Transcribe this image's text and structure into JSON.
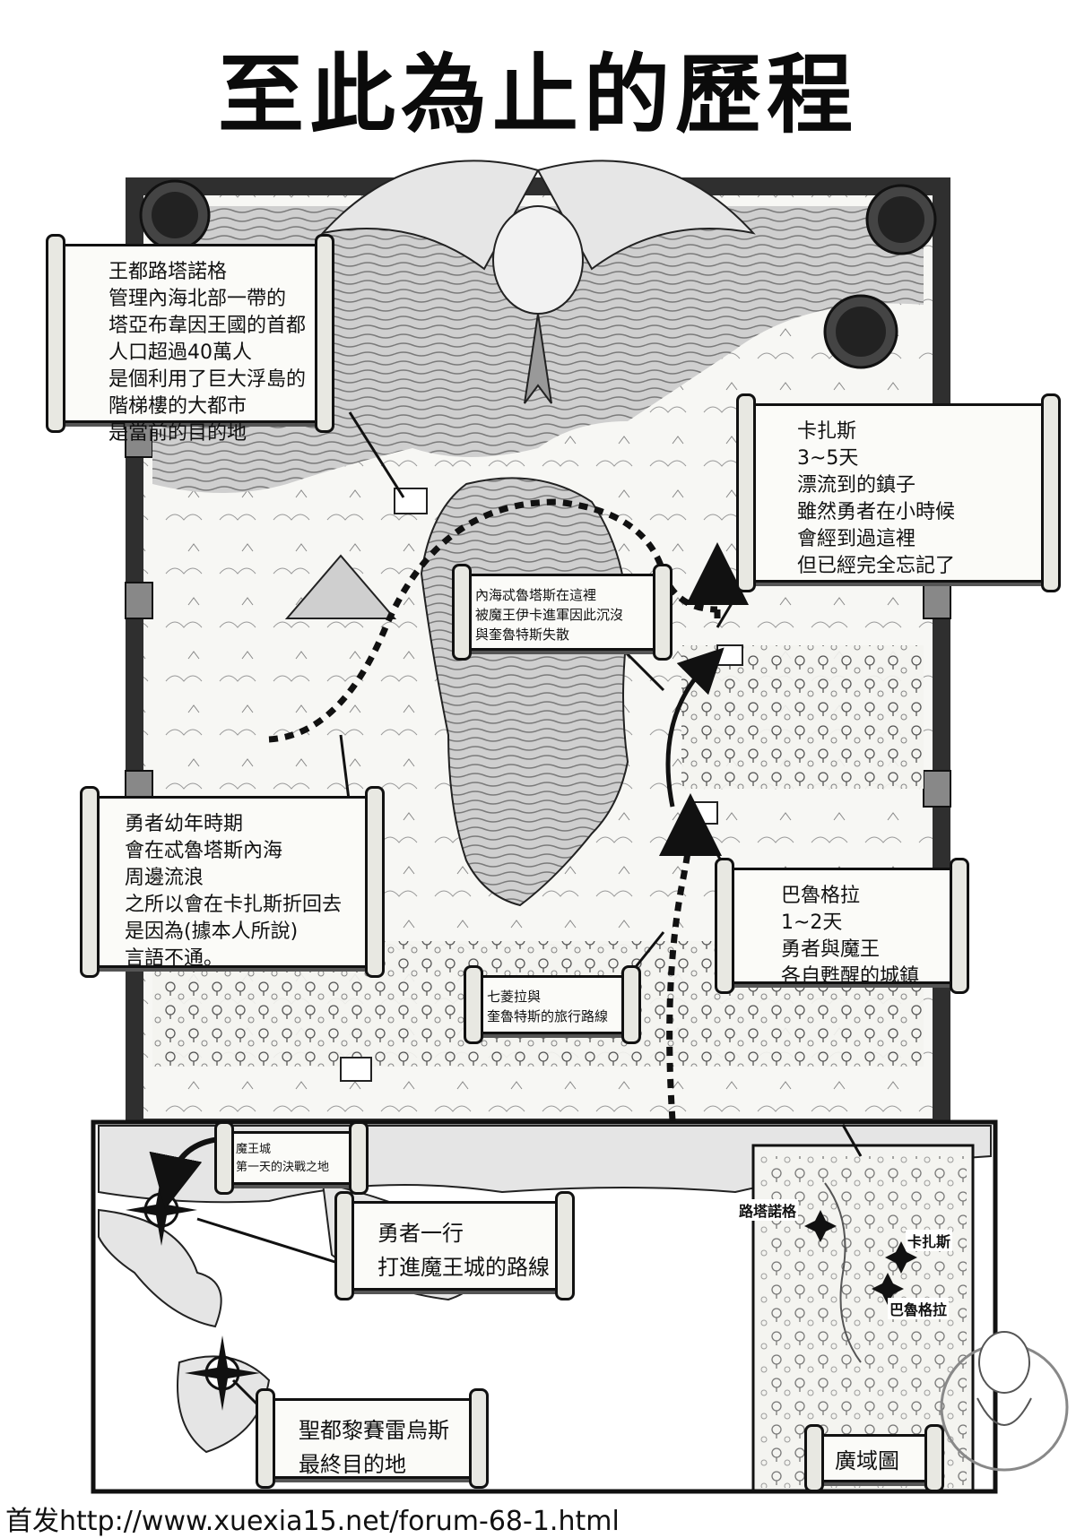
{
  "title": "至此為止的歷程",
  "callouts": {
    "lutanorg": [
      "王都路塔諾格",
      "管理內海北部一帶的",
      "塔亞布韋因王國的首都",
      "人口超過40萬人",
      "是個利用了巨大浮島的",
      "階梯樓的大都市",
      "是當前的目的地"
    ],
    "kazas": [
      "卡扎斯",
      "3~5天",
      "漂流到的鎮子",
      "雖然勇者在小時候",
      "會經到過這裡",
      "但已經完全忘記了"
    ],
    "sunken": [
      "內海忒魯塔斯在這裡",
      "被魔王伊卡進軍因此沉沒",
      "與奎魯特斯失散"
    ],
    "childhood": [
      "勇者幼年時期",
      "會在忒魯塔斯內海",
      "周邊流浪",
      "之所以會在卡扎斯折回去",
      "是因為(據本人所說)",
      "言語不通。"
    ],
    "balugra": [
      "巴魯格拉",
      "1~2天",
      "勇者與魔王",
      "各自甦醒的城鎮"
    ],
    "route_note": [
      "七菱拉與",
      "奎魯特斯的旅行路線"
    ],
    "demon_castle": [
      "魔王城",
      "第一天的決戰之地"
    ],
    "hero_route": [
      "勇者一行",
      "打進魔王城的路線"
    ],
    "holy_city": [
      "聖都黎賽雷烏斯",
      "最終目的地"
    ],
    "wide_map": [
      "廣域圖"
    ]
  },
  "minimap": {
    "label_lutanorg": "路塔諾格",
    "label_kazas": "卡扎斯",
    "label_balugra": "巴魯格拉"
  },
  "footer": "首发http://www.xuexia15.net/forum-68-1.html"
}
